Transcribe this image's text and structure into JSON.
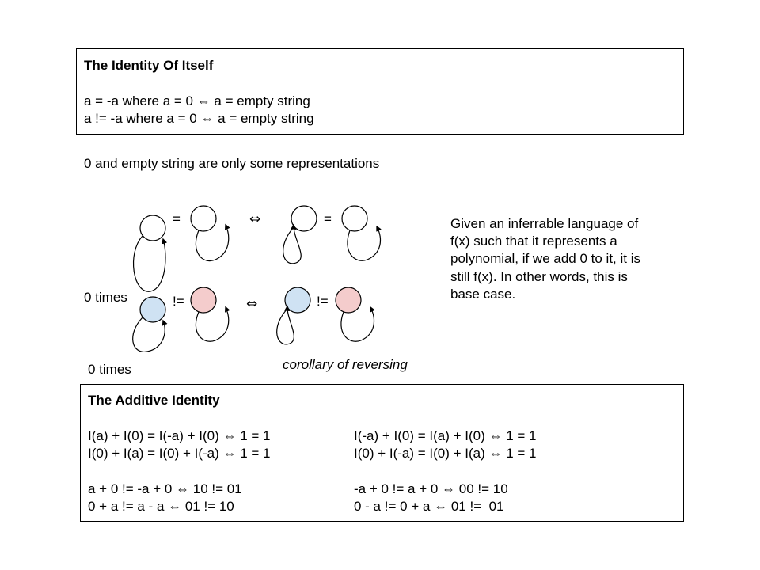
{
  "identity_box": {
    "title": "The Identity Of Itself",
    "line1": "a = -a where a = 0 ⇔ a = empty string",
    "line2": "a != -a where a = 0 ⇔ a = empty string"
  },
  "note_representations": "0 and empty string are only some representations",
  "diagram": {
    "top_row": {
      "eq_left": "=",
      "iff": "⇔",
      "eq_right": "="
    },
    "bottom_row": {
      "neq_left": "!=",
      "iff": "⇔",
      "neq_right": "!="
    },
    "label_zero_times_1": "0 times",
    "label_zero_times_2": "0 times",
    "caption": "corollary of reversing",
    "colors": {
      "blue_fill": "#cfe2f3",
      "red_fill": "#f4cccc",
      "white_fill": "#ffffff",
      "stroke": "#000000"
    }
  },
  "side_note": {
    "line1": "Given an inferrable language of",
    "line2": "f(x) such that it represents a",
    "line3": "polynomial, if we add 0 to it, it is",
    "line4": "still f(x). In other words, this is",
    "line5": "base case."
  },
  "additive_box": {
    "title": "The Additive Identity",
    "left": [
      "I(a) + I(0) = I(-a) + I(0) ⇔ 1 = 1",
      "I(0) + I(a) = I(0) + I(-a) ⇔ 1 = 1",
      "a + 0 != -a + 0 ⇔ 10 != 01",
      "0 + a != a - a ⇔ 01 != 10"
    ],
    "right": [
      "I(-a) + I(0) = I(a) + I(0) ⇔ 1 = 1",
      "I(0) + I(-a) = I(0) + I(a) ⇔ 1 = 1",
      "-a + 0 != a + 0 ⇔ 00 != 10",
      "0 - a != 0 + a ⇔ 01 !=  01"
    ]
  }
}
